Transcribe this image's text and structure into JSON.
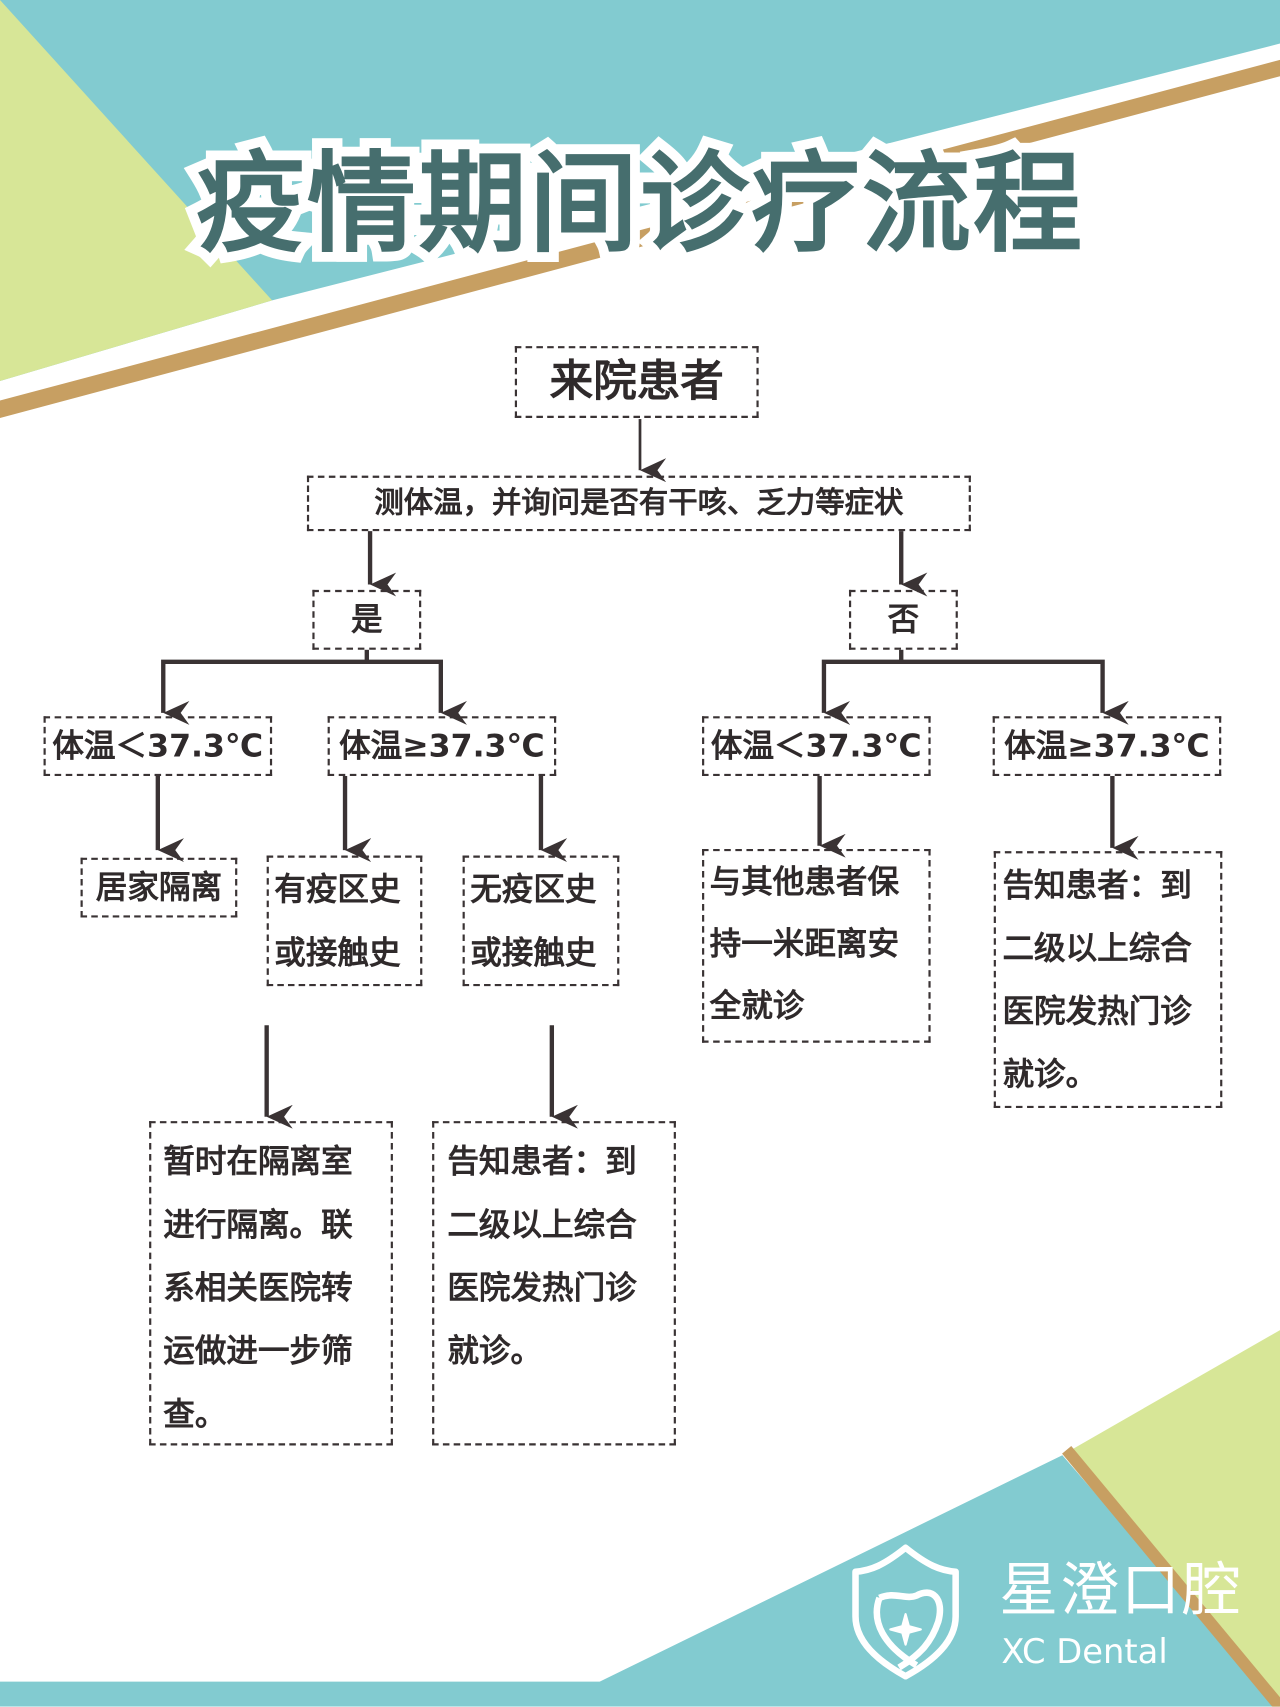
{
  "title": "疫情期间诊疗流程",
  "colors": {
    "teal": "#82cbd0",
    "green": "#d7e697",
    "stripe": "#c79f62",
    "title": "#466e6e",
    "text": "#2f2a2b"
  },
  "flow": {
    "start": "来院患者",
    "check": "测体温，并询问是否有干咳、乏力等症状",
    "yes": "是",
    "no": "否",
    "yes_low": "体温＜37.3℃",
    "yes_high": "体温≥37.3℃",
    "no_low": "体温＜37.3℃",
    "no_high": "体温≥37.3℃",
    "home": "居家隔离",
    "has_history": [
      "有疫区史",
      "或接触史"
    ],
    "no_history": [
      "无疫区史",
      "或接触史"
    ],
    "keep_distance": [
      "与其他患者保",
      "持一米距离安",
      "全就诊"
    ],
    "notify_right": [
      "告知患者：到",
      "二级以上综合",
      "医院发热门诊",
      "就诊。"
    ],
    "isolate": [
      "暂时在隔离室",
      "进行隔离。联",
      "系相关医院转",
      "运做进一步筛",
      "查。"
    ],
    "notify_left": [
      "告知患者：到",
      "二级以上综合",
      "医院发热门诊",
      "就诊。"
    ]
  },
  "logo": {
    "name_cn": "星澄口腔",
    "name_en": "XC Dental",
    "icon": "shield-tooth-icon"
  }
}
